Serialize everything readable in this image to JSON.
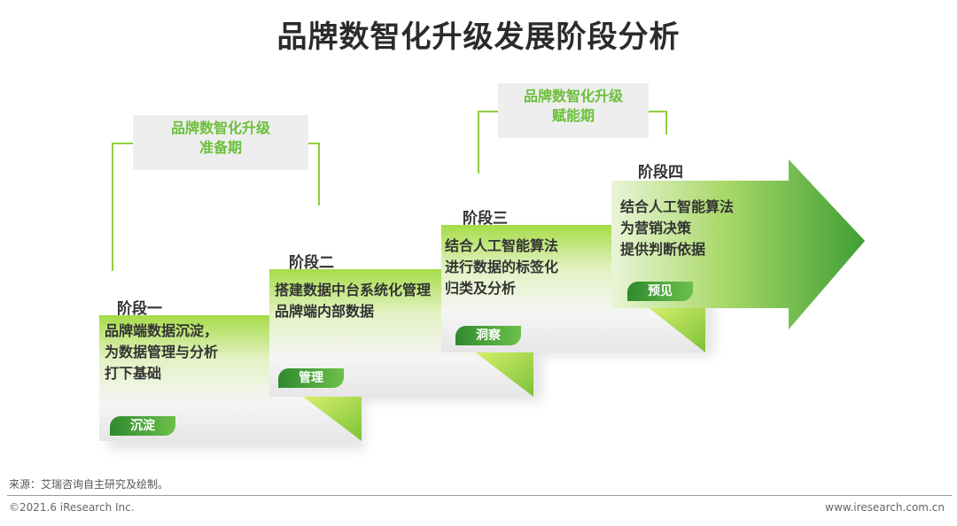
{
  "title": "品牌数智化升级发展阶段分析",
  "colors": {
    "green_dark": "#3a9a2f",
    "green_light": "#b8e04a",
    "period_text": "#6cbf3a",
    "bracket": "#8fcf3d"
  },
  "periods": [
    {
      "lines": [
        "品牌数智化升级",
        "准备期"
      ]
    },
    {
      "lines": [
        "品牌数智化升级",
        "赋能期"
      ]
    }
  ],
  "stages": [
    {
      "label": "阶段一",
      "desc": [
        "品牌端数据沉淀，",
        "为数据管理与分析",
        "打下基础"
      ],
      "tag": "沉淀"
    },
    {
      "label": "阶段二",
      "desc": [
        "搭建数据中台系统化管理",
        "品牌端内部数据"
      ],
      "tag": "管理"
    },
    {
      "label": "阶段三",
      "desc": [
        "结合人工智能算法",
        "进行数据的标签化",
        "归类及分析"
      ],
      "tag": "洞察"
    },
    {
      "label": "阶段四",
      "desc": [
        "结合人工智能算法",
        "为营销决策",
        "提供判断依据"
      ],
      "tag": "预见"
    }
  ],
  "footer": {
    "source": "来源：艾瑞咨询自主研究及绘制。",
    "copyright": "©2021.6 iResearch Inc.",
    "website": "www.iresearch.com.cn"
  }
}
